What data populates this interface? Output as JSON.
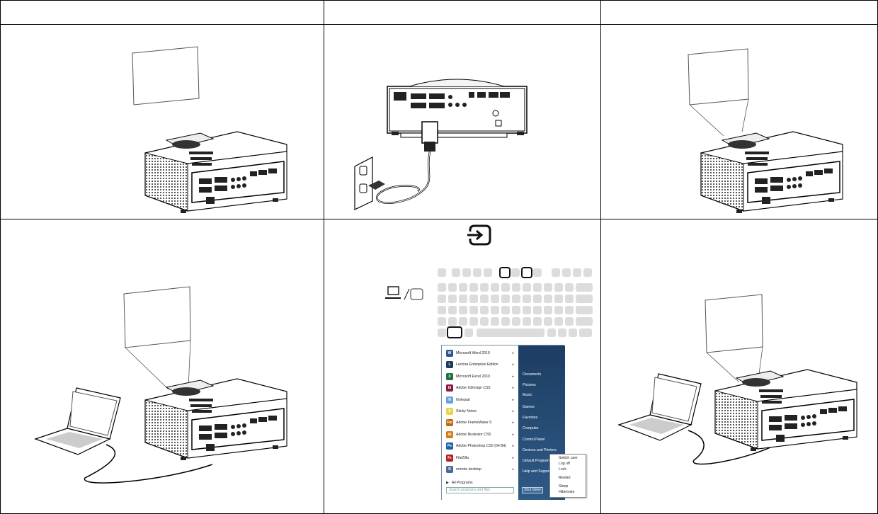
{
  "headers": [
    "",
    "",
    ""
  ],
  "start_menu": {
    "programs": [
      {
        "label": "Microsoft Word 2010",
        "icon": "W",
        "color": "#2b5797"
      },
      {
        "label": "Lectora Enterprise Edition",
        "icon": "L",
        "color": "#1d3a5e"
      },
      {
        "label": "Microsoft Excel 2010",
        "icon": "X",
        "color": "#1e7145"
      },
      {
        "label": "Adobe InDesign CS5",
        "icon": "Id",
        "color": "#8b1a4a"
      },
      {
        "label": "Notepad",
        "icon": "N",
        "color": "#6aa0d8"
      },
      {
        "label": "Sticky Notes",
        "icon": "S",
        "color": "#e8d44d"
      },
      {
        "label": "Adobe FrameMaker 9",
        "icon": "Fm",
        "color": "#c06a10"
      },
      {
        "label": "Adobe Illustrator CS5",
        "icon": "Ai",
        "color": "#d0801a"
      },
      {
        "label": "Adobe Photoshop CS5 (64 Bit)",
        "icon": "Ps",
        "color": "#1c5fa8"
      },
      {
        "label": "FileZilla",
        "icon": "Fz",
        "color": "#b41e1e"
      },
      {
        "label": "remote desktop",
        "icon": "R",
        "color": "#4d6b9a"
      }
    ],
    "all_programs": "All Programs",
    "search_placeholder": "Search programs and files",
    "right_items": [
      "Documents",
      "Pictures",
      "Music",
      "Games",
      "Favorites",
      "Computer",
      "Control Panel",
      "Devices and Printers",
      "Default Programs",
      "Help and Support"
    ],
    "shutdown_label": "Shut down",
    "power_submenu": [
      "Switch user",
      "Log off",
      "Lock",
      "Restart",
      "Sleep",
      "Hibernate"
    ]
  }
}
